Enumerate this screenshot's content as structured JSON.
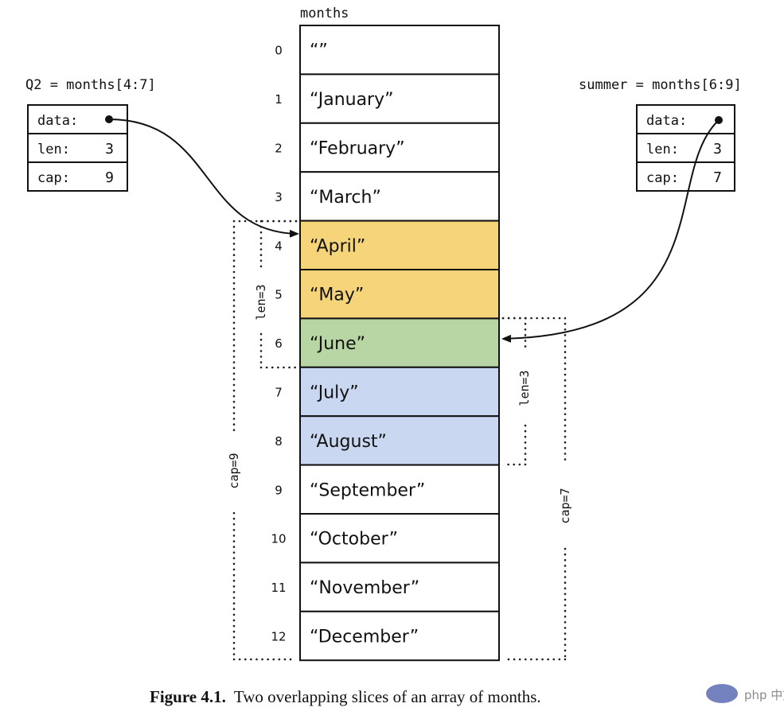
{
  "array": {
    "name": "months",
    "cells": [
      {
        "index": "0",
        "value": "“”",
        "fill": "#ffffff"
      },
      {
        "index": "1",
        "value": "“January”",
        "fill": "#ffffff"
      },
      {
        "index": "2",
        "value": "“February”",
        "fill": "#ffffff"
      },
      {
        "index": "3",
        "value": "“March”",
        "fill": "#ffffff"
      },
      {
        "index": "4",
        "value": "“April”",
        "fill": "#f6d57a"
      },
      {
        "index": "5",
        "value": "“May”",
        "fill": "#f6d57a"
      },
      {
        "index": "6",
        "value": "“June”",
        "fill": "#b8d6a4"
      },
      {
        "index": "7",
        "value": "“July”",
        "fill": "#c9d7f1"
      },
      {
        "index": "8",
        "value": "“August”",
        "fill": "#c9d7f1"
      },
      {
        "index": "9",
        "value": "“September”",
        "fill": "#ffffff"
      },
      {
        "index": "10",
        "value": "“October”",
        "fill": "#ffffff"
      },
      {
        "index": "11",
        "value": "“November”",
        "fill": "#ffffff"
      },
      {
        "index": "12",
        "value": "“December”",
        "fill": "#ffffff"
      }
    ]
  },
  "q2": {
    "title": "Q2 = months[4:7]",
    "data_label": "data:",
    "len_label": "len:",
    "len_value": "3",
    "cap_label": "cap:",
    "cap_value": "9",
    "len_annotation": "len=3",
    "cap_annotation": "cap=9"
  },
  "summer": {
    "title": "summer = months[6:9]",
    "data_label": "data:",
    "len_label": "len:",
    "len_value": "3",
    "cap_label": "cap:",
    "cap_value": "7",
    "len_annotation": "len=3",
    "cap_annotation": "cap=7"
  },
  "caption": {
    "label": "Figure 4.1.",
    "text": "Two overlapping slices of an array of months."
  },
  "watermark": "php 中文网"
}
